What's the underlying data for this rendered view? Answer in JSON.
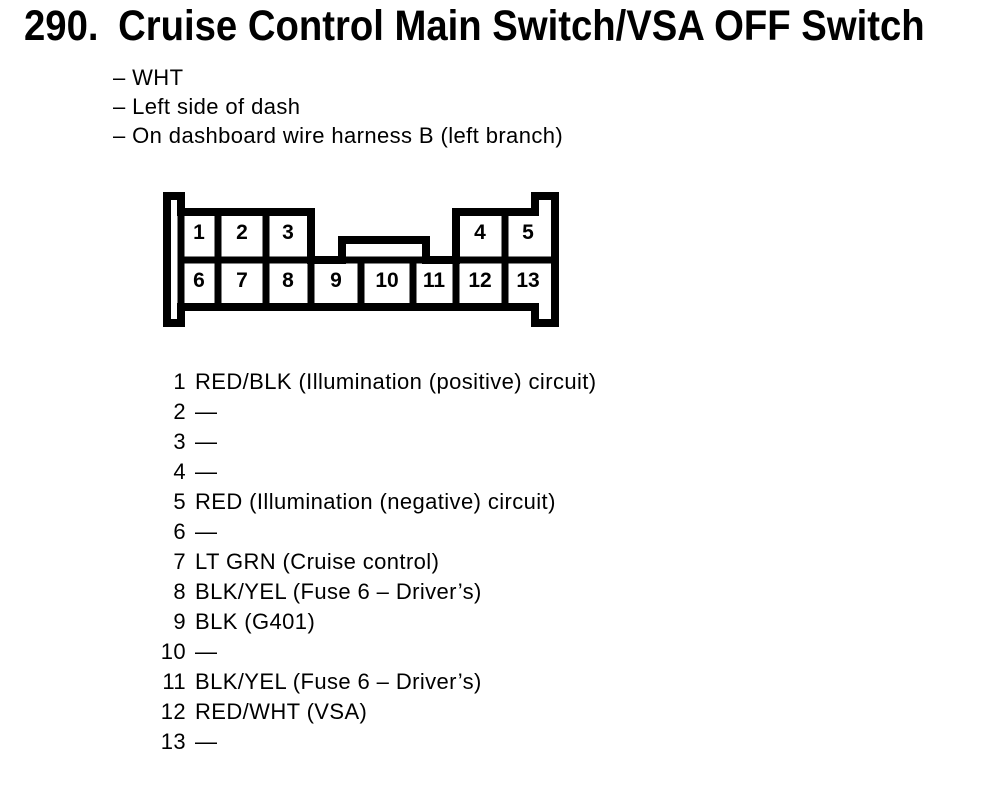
{
  "document": {
    "item_number": "290.",
    "title": "Cruise Control Main Switch/VSA OFF Switch",
    "notes": [
      "– WHT",
      "– Left side of dash",
      "– On dashboard wire harness B (left branch)"
    ]
  },
  "connector": {
    "description": "13-pin connector pinout, front view",
    "top_row_pins": [
      "1",
      "2",
      "3",
      "4",
      "5"
    ],
    "bottom_row_pins": [
      "6",
      "7",
      "8",
      "9",
      "10",
      "11",
      "12",
      "13"
    ]
  },
  "pins": [
    {
      "num": "1",
      "desc": "RED/BLK (Illumination (positive) circuit)"
    },
    {
      "num": "2",
      "desc": "—"
    },
    {
      "num": "3",
      "desc": "—"
    },
    {
      "num": "4",
      "desc": "—"
    },
    {
      "num": "5",
      "desc": "RED (Illumination (negative) circuit)"
    },
    {
      "num": "6",
      "desc": "—"
    },
    {
      "num": "7",
      "desc": "LT GRN (Cruise control)"
    },
    {
      "num": "8",
      "desc": "BLK/YEL (Fuse 6 – Driver’s)"
    },
    {
      "num": "9",
      "desc": "BLK (G401)"
    },
    {
      "num": "10",
      "desc": "—"
    },
    {
      "num": "11",
      "desc": "BLK/YEL (Fuse 6 – Driver’s)"
    },
    {
      "num": "12",
      "desc": "RED/WHT (VSA)"
    },
    {
      "num": "13",
      "desc": "—"
    }
  ],
  "colors": {
    "ink": "#000000",
    "paper": "#ffffff"
  }
}
